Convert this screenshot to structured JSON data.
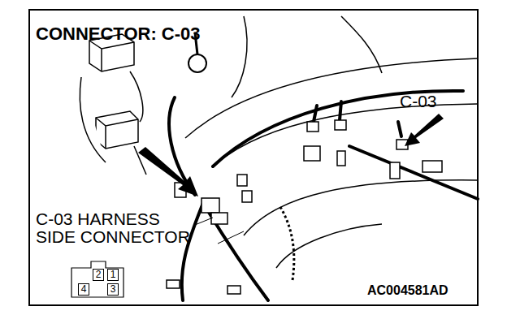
{
  "diagram": {
    "title": "CONNECTOR: C-03",
    "nodes": [
      {
        "text": [
          "2"
        ]
      },
      {
        "text": [
          "1"
        ]
      },
      {
        "text": [
          "4"
        ]
      },
      {
        "text": [
          "3"
        ]
      }
    ],
    "labels": [
      "C-03",
      "C-03 HARNESS SIDE CONNECTOR",
      "AC004581AD"
    ]
  }
}
